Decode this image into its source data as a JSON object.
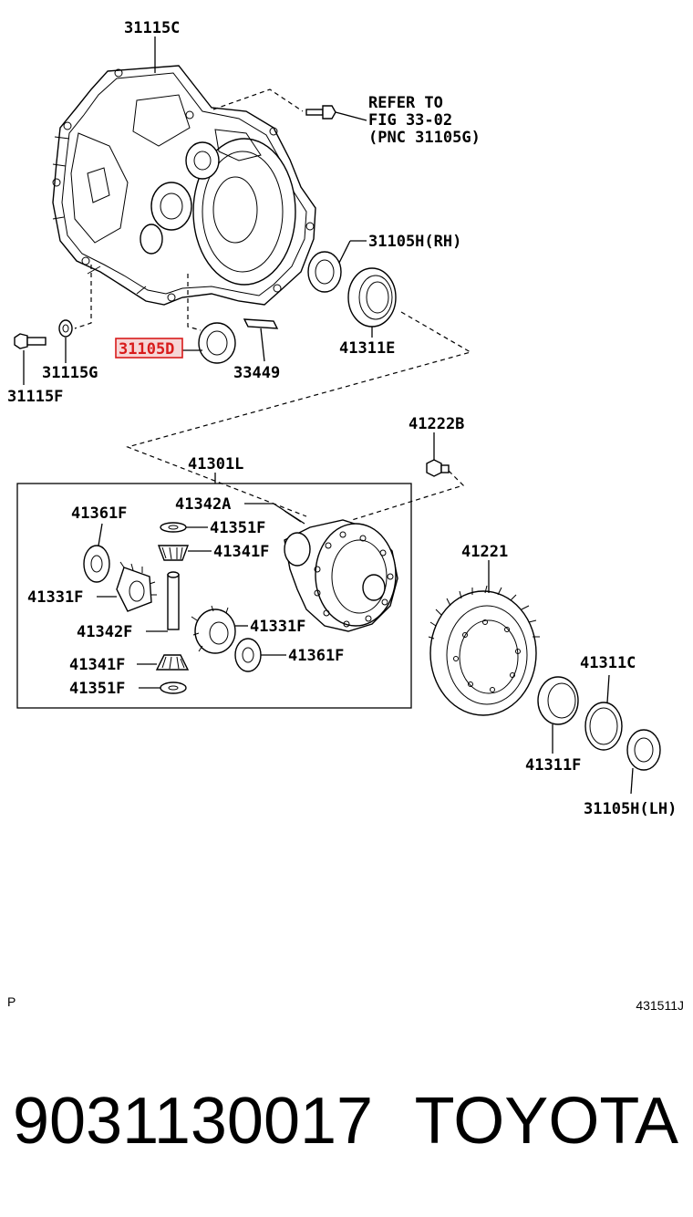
{
  "callouts": {
    "c31115C": "31115C",
    "refer_line1": "REFER TO",
    "refer_line2": "FIG 33-02",
    "refer_line3": "(PNC 31105G)",
    "c31105H_RH": "31105H(RH)",
    "c41311E": "41311E",
    "c31105D": "31105D",
    "c33449": "33449",
    "c31115G": "31115G",
    "c31115F": "31115F",
    "c41222B": "41222B",
    "c41301L": "41301L",
    "c41342A": "41342A",
    "c41361F_top": "41361F",
    "c41351F_top": "41351F",
    "c41341F_top": "41341F",
    "c41331F_left": "41331F",
    "c41342F": "41342F",
    "c41331F_right": "41331F",
    "c41341F_bottom": "41341F",
    "c41361F_bottom": "41361F",
    "c41351F_bottom": "41351F",
    "c41221": "41221",
    "c41311C": "41311C",
    "c41311F": "41311F",
    "c31105H_LH": "31105H(LH)"
  },
  "highlight": {
    "callout": "31105D",
    "color": "#d81b1b"
  },
  "corner": {
    "left": "P",
    "right": "431511J"
  },
  "footer": {
    "part_number": "9031130017",
    "brand": "TOYOTA"
  }
}
